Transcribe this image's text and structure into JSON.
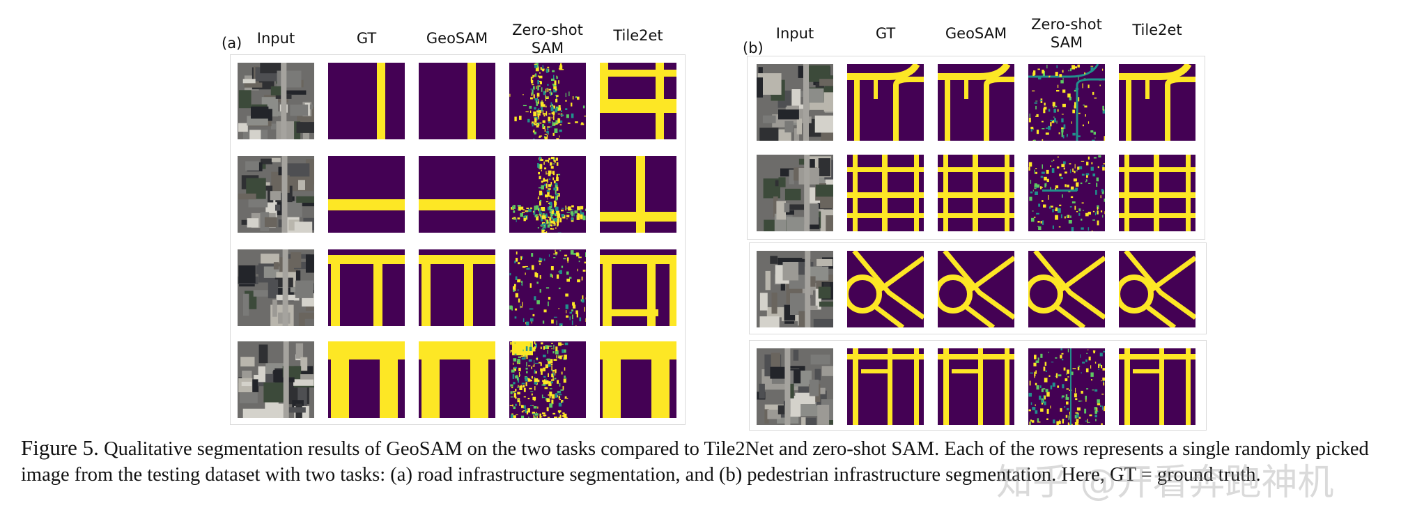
{
  "panels": [
    {
      "id": "a",
      "letter": "(a)",
      "columns": [
        "Input",
        "GT",
        "GeoSAM",
        "Zero-shot\nSAM",
        "Tile2et"
      ],
      "rows": [
        {
          "scene": "city-a1",
          "gt": "vline",
          "geosam": "vline",
          "zeroshot": "noisy-v",
          "tile2net": "vline-branches"
        },
        {
          "scene": "city-a2",
          "gt": "hline",
          "geosam": "hline",
          "zeroshot": "noisy-cross",
          "tile2net": "cross"
        },
        {
          "scene": "city-a3",
          "gt": "pi",
          "geosam": "pi",
          "zeroshot": "noisy-grid",
          "tile2net": "pi-box"
        },
        {
          "scene": "city-a4",
          "gt": "pi-thick",
          "geosam": "pi-thick",
          "zeroshot": "noisy-blob",
          "tile2net": "pi-thick"
        }
      ]
    },
    {
      "id": "b",
      "letter": "(b)",
      "columns": [
        "Input",
        "GT",
        "GeoSAM",
        "Zero-shot\nSAM",
        "Tile2et"
      ],
      "rows": [
        {
          "scene": "city-b1",
          "gt": "curve-net",
          "geosam": "curve-net",
          "zeroshot": "noisy-curve",
          "tile2net": "curve-net"
        },
        {
          "scene": "city-b2",
          "gt": "sidewalk-grid",
          "geosam": "sidewalk-grid",
          "zeroshot": "noisy-sidewalk",
          "tile2net": "sidewalk-grid"
        },
        {
          "scene": "city-b3",
          "gt": "roundabout",
          "geosam": "roundabout",
          "zeroshot": "roundabout",
          "tile2net": "roundabout"
        },
        {
          "scene": "city-b4",
          "gt": "paths",
          "geosam": "paths",
          "zeroshot": "noisy-paths",
          "tile2net": "paths"
        }
      ]
    }
  ],
  "colors": {
    "background": "#440154",
    "foreground": "#fde725",
    "mid": "#21918c"
  },
  "caption": {
    "label": "Figure 5.",
    "text": " Qualitative segmentation results of GeoSAM on the two tasks compared to Tile2Net and zero-shot SAM. Each of the rows represents a single randomly picked image from the testing dataset with two tasks: (a) road infrastructure segmentation, and (b) pedestrian infrastructure segmentation. Here, GT = ground truth."
  },
  "watermark": "知乎 @开看奔跑神机"
}
